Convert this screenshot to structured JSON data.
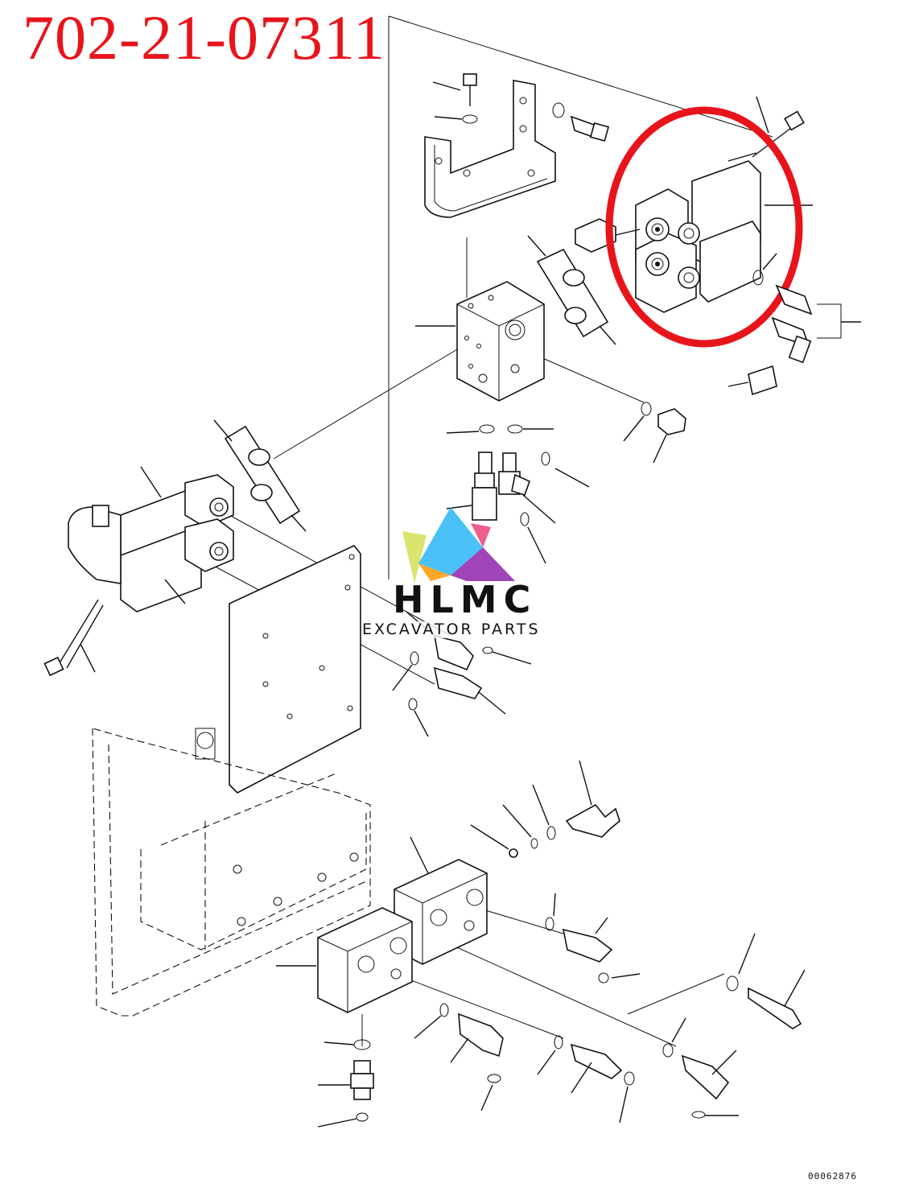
{
  "header": {
    "part_number": "702-21-07311"
  },
  "footer": {
    "reference_code": "00062876"
  },
  "watermark": {
    "title": "HLMC",
    "subtitle": "EXCAVATOR PARTS"
  },
  "colors": {
    "part_number": "#e8141b",
    "highlight_circle": "#e8141b",
    "line": "#111111",
    "watermark_cyan": "#29b6f6",
    "watermark_purple": "#8e24aa",
    "watermark_pink": "#ec407a",
    "watermark_yellow": "#d4e157",
    "watermark_orange": "#ff9800"
  },
  "icons": [
    "solenoid-valve-icon",
    "bolt-icon",
    "o-ring-icon",
    "plug-icon",
    "fitting-icon",
    "bracket-icon",
    "valve-block-icon",
    "logo-mountain-icon"
  ]
}
